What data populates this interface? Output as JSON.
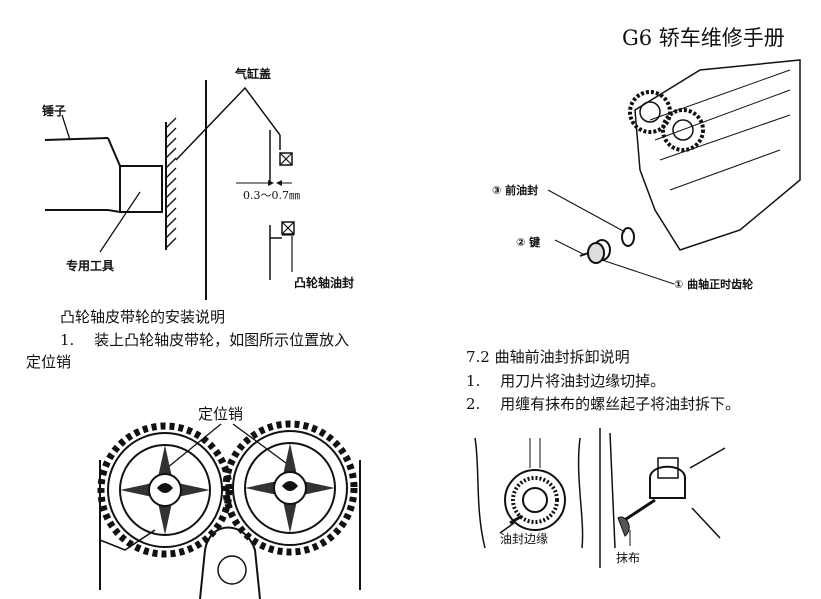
{
  "header": {
    "manual_title": "G6 轿车维修手册"
  },
  "figure1": {
    "labels": {
      "hammer": "锤子",
      "cylinder_head_cover": "气缸盖",
      "gap": "0.3～0.7㎜",
      "special_tool": "专用工具",
      "cam_oil_seal": "凸轮轴油封"
    }
  },
  "section_cam_belt": {
    "title": "凸轮轴皮带轮的安装说明",
    "step1_line1": "1.　 装上凸轮轴皮带轮，如图所示位置放入",
    "step1_line2": "定位销"
  },
  "figure2": {
    "labels": {
      "locating_pin": "定位销"
    }
  },
  "figure3": {
    "labels": {
      "front_oil_seal": "③ 前油封",
      "key": "② 键",
      "crank_timing_gear": "① 曲轴正时齿轮"
    }
  },
  "section_crank_seal": {
    "title": "7.2 曲轴前油封拆卸说明",
    "steps": [
      "1.　 用刀片将油封边缘切掉。",
      "2.　 用缠有抹布的螺丝起子将油封拆下。"
    ]
  },
  "figure4": {
    "labels": {
      "oil_seal_edge": "油封边缘",
      "rag": "抹布"
    }
  }
}
